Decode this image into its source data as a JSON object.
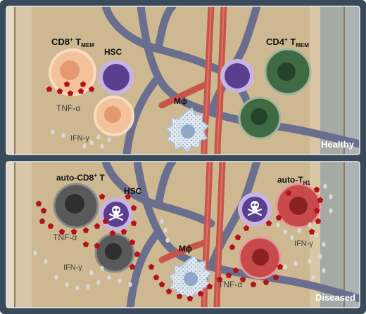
{
  "healthy": {
    "cd8": "CD8",
    "cd8_sup": "+",
    "cd8_t": " T",
    "cd8_sub": "MEM",
    "hsc": "HSC",
    "cd4": "CD4",
    "cd4_sup": "+",
    "cd4_t": " T",
    "cd4_sub": "MEM",
    "mphi": "Mϕ",
    "tnf": "TNF-α",
    "ifn": "IFN-γ",
    "panel_label": "Healthy"
  },
  "diseased": {
    "auto_cd8": "auto-CD8",
    "auto_cd8_sup": "+",
    "auto_cd8_t": " T",
    "hsc": "HSC",
    "auto_th": "auto-T",
    "auto_th_sub": "H1",
    "mphi": "Mϕ",
    "tnf_left": "TNF-α",
    "ifn_left": "IFN-γ",
    "tnf_bottom": "TNF-α",
    "ifn_right": "IFN-γ",
    "panel_label": "Diseased"
  },
  "colors": {
    "frame": "#3b4a5a",
    "background": "#d9c6a4",
    "marrow": "#cdb891",
    "artery": "#c8554a",
    "vein": "#6b6f8f",
    "cd8_cell": "#f3c29a",
    "cd4_cell": "#3f6a44",
    "hsc_cell": "#5a3f8e",
    "auto_cd8_cell": "#595959",
    "auto_th_cell": "#c94a4a",
    "tnf_marker": "#b3121b",
    "ifn_marker": "#d9d9d9"
  }
}
